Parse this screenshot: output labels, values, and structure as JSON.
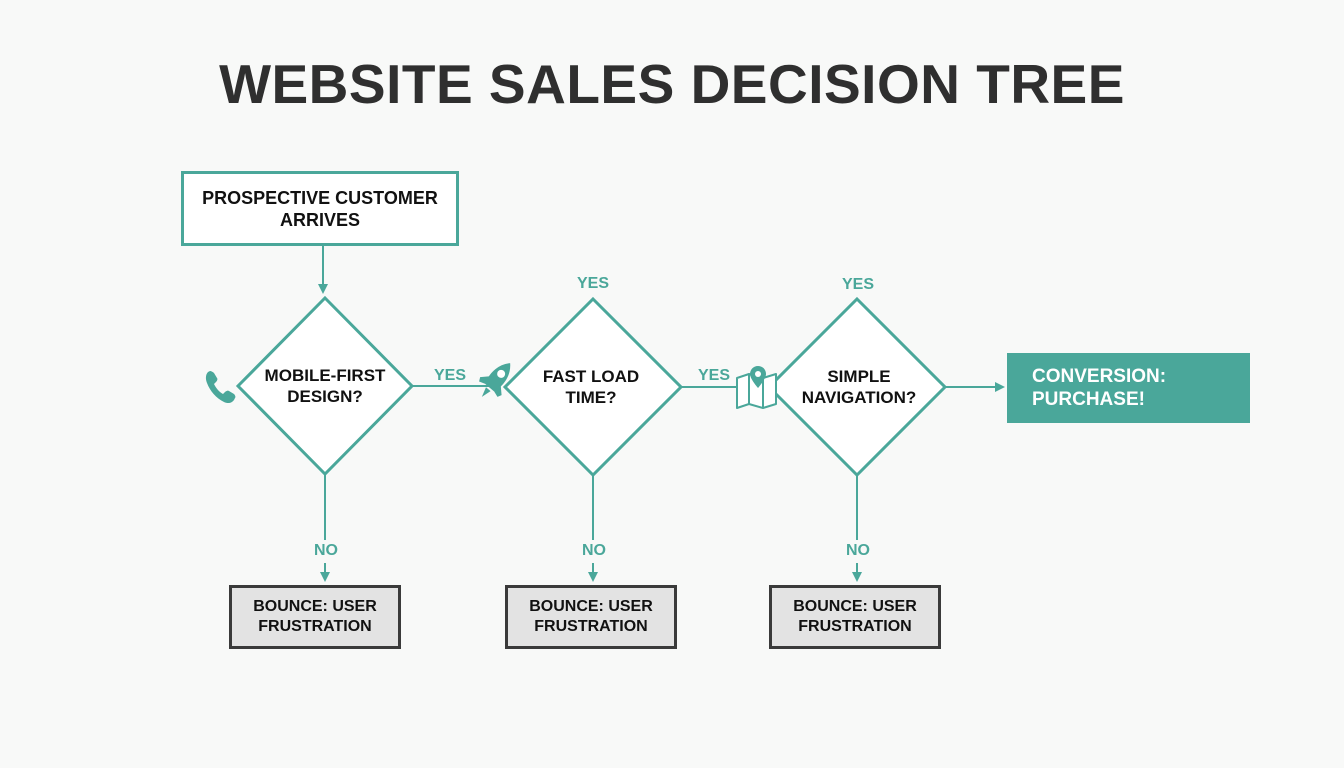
{
  "title": "WEBSITE SALES DECISION TREE",
  "colors": {
    "accent": "#4aa79a",
    "text": "#111111",
    "title": "#2f2f2f",
    "bounce_fill": "#e3e3e3",
    "bounce_border": "#3a3a3a",
    "background": "#f8f9f8"
  },
  "start": {
    "label": "PROSPECTIVE CUSTOMER ARRIVES"
  },
  "decisions": [
    {
      "label_line1": "MOBILE-FIRST",
      "label_line2": "DESIGN?",
      "icon": "phone-icon",
      "yes_label": "YES",
      "no_label": "NO"
    },
    {
      "label_line1": "FAST LOAD",
      "label_line2": "TIME?",
      "icon": "rocket-icon",
      "yes_label": "YES",
      "top_label": "YES",
      "no_label": "NO"
    },
    {
      "label_line1": "SIMPLE",
      "label_line2": "NAVIGATION?",
      "icon": "map-pin-icon",
      "top_label": "YES",
      "no_label": "NO"
    }
  ],
  "outcomes": {
    "bounce": [
      {
        "line1": "BOUNCE: USER",
        "line2": "FRUSTRATION"
      },
      {
        "line1": "BOUNCE: USER",
        "line2": "FRUSTRATION"
      },
      {
        "line1": "BOUNCE: USER",
        "line2": "FRUSTRATION"
      }
    ],
    "conversion": {
      "line1": "CONVERSION:",
      "line2": "PURCHASE!"
    }
  }
}
